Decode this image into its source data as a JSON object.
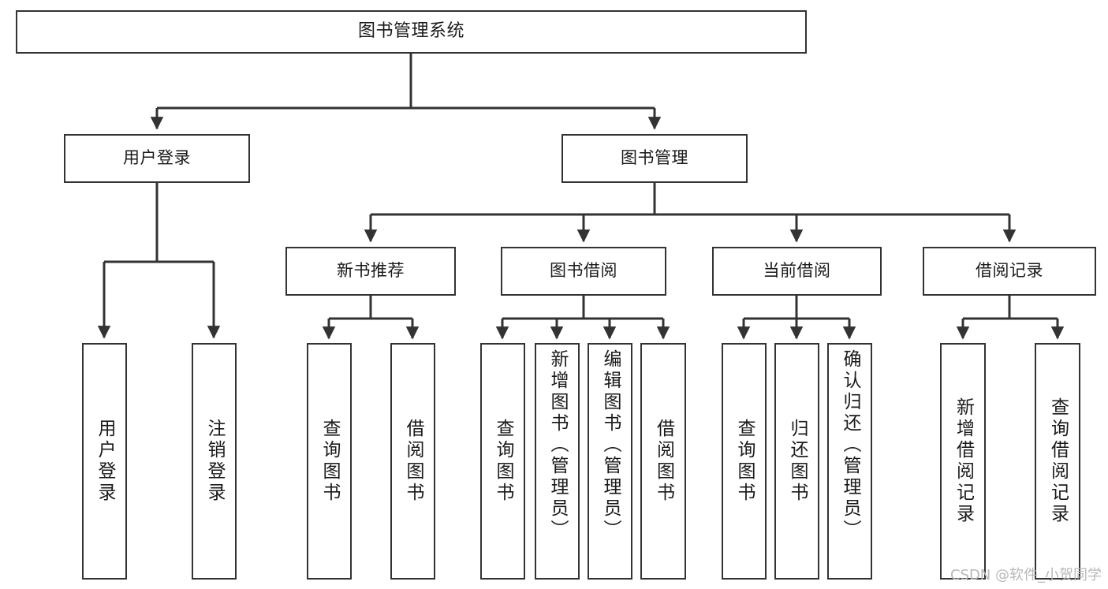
{
  "diagram": {
    "type": "tree-hierarchy",
    "title": "图书管理系统",
    "orientation": "top-down",
    "colors": {
      "box_border": "#333333",
      "box_fill": "#ffffff",
      "line": "#333333",
      "text": "#1a1a1a",
      "watermark": "#b8b8b8",
      "background": "#ffffff"
    },
    "nodes": {
      "root": {
        "label": "图书管理系统",
        "level": 0
      },
      "level1": [
        {
          "id": "user-login",
          "label": "用户登录"
        },
        {
          "id": "book-manage",
          "label": "图书管理"
        }
      ],
      "level2": [
        {
          "id": "new-book-recommend",
          "label": "新书推荐",
          "parent": "book-manage"
        },
        {
          "id": "book-borrow",
          "label": "图书借阅",
          "parent": "book-manage"
        },
        {
          "id": "current-borrow",
          "label": "当前借阅",
          "parent": "book-manage"
        },
        {
          "id": "borrow-record",
          "label": "借阅记录",
          "parent": "book-manage"
        }
      ],
      "leaves": [
        {
          "id": "leaf-user-login",
          "label": "用户登录",
          "parent": "user-login"
        },
        {
          "id": "leaf-user-logout",
          "label": "注销登录",
          "parent": "user-login"
        },
        {
          "id": "leaf-query-book-1",
          "label": "查询图书",
          "parent": "new-book-recommend"
        },
        {
          "id": "leaf-borrow-book-1",
          "label": "借阅图书",
          "parent": "new-book-recommend"
        },
        {
          "id": "leaf-query-book-2",
          "label": "查询图书",
          "parent": "book-borrow"
        },
        {
          "id": "leaf-add-book",
          "label": "新增图书（管理员）",
          "parent": "book-borrow"
        },
        {
          "id": "leaf-edit-book",
          "label": "编辑图书（管理员）",
          "parent": "book-borrow"
        },
        {
          "id": "leaf-borrow-book-2",
          "label": "借阅图书",
          "parent": "book-borrow"
        },
        {
          "id": "leaf-query-book-3",
          "label": "查询图书",
          "parent": "current-borrow"
        },
        {
          "id": "leaf-return-book",
          "label": "归还图书",
          "parent": "current-borrow"
        },
        {
          "id": "leaf-confirm-return",
          "label": "确认归还（管理员）",
          "parent": "current-borrow"
        },
        {
          "id": "leaf-add-record",
          "label": "新增借阅记录",
          "parent": "borrow-record"
        },
        {
          "id": "leaf-query-record",
          "label": "查询借阅记录",
          "parent": "borrow-record"
        }
      ]
    }
  },
  "watermark": {
    "text": "CSDN @软件_小贺同学"
  }
}
